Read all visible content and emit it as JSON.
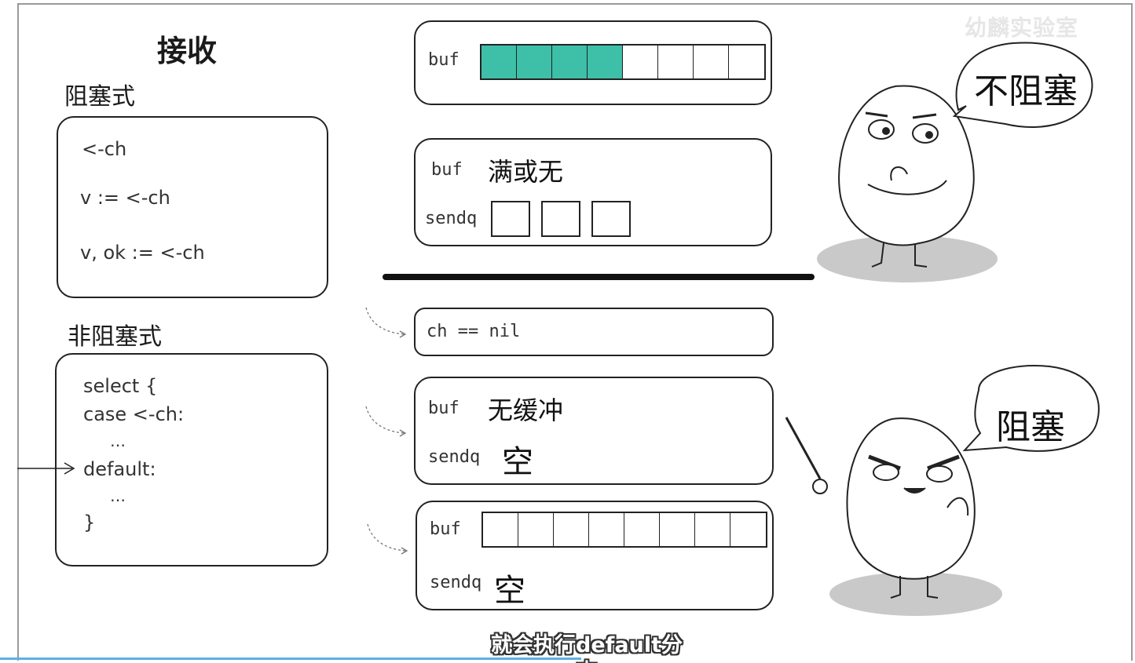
{
  "watermark": "幼麟实验室",
  "left": {
    "title": "接收",
    "blocking_heading": "阻塞式",
    "blocking_code": [
      "<-ch",
      "v := <-ch",
      "v, ok := <-ch"
    ],
    "nonblocking_heading": "非阻塞式",
    "nonblocking_code": [
      "select {",
      "case <-ch:",
      "…",
      "default:",
      "…",
      "}"
    ]
  },
  "middle": {
    "box1": {
      "buf_label": "buf",
      "filled_cells": 4,
      "total_cells": 8,
      "fill_color": "#3dbfa8"
    },
    "box2": {
      "buf_label": "buf",
      "buf_state": "满或无",
      "sendq_label": "sendq",
      "queue_cells": 3
    },
    "box3": {
      "text": "ch == nil"
    },
    "box4": {
      "buf_label": "buf",
      "buf_state": "无缓冲",
      "sendq_label": "sendq",
      "sendq_state": "空"
    },
    "box5": {
      "buf_label": "buf",
      "total_cells": 8,
      "sendq_label": "sendq",
      "sendq_state": "空"
    }
  },
  "right": {
    "bubble_top": "不阻塞",
    "bubble_bottom": "阻塞"
  },
  "subtitle": "就会执行default分支"
}
